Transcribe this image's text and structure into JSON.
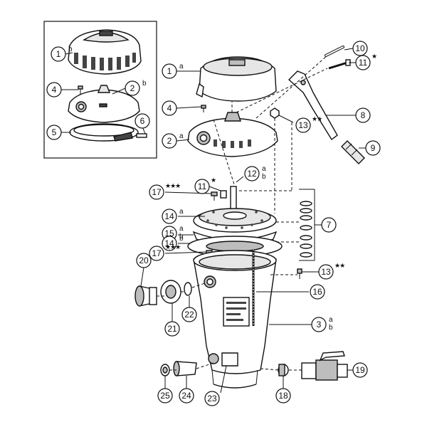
{
  "callouts": [
    {
      "id": "c1b",
      "num": "1",
      "sub": "b"
    },
    {
      "id": "c4i",
      "num": "4",
      "sub": ""
    },
    {
      "id": "c2b",
      "num": "2",
      "sub": "b"
    },
    {
      "id": "c5",
      "num": "5",
      "sub": ""
    },
    {
      "id": "c6",
      "num": "6",
      "sub": ""
    },
    {
      "id": "c1a",
      "num": "1",
      "sub": "a"
    },
    {
      "id": "c4",
      "num": "4",
      "sub": ""
    },
    {
      "id": "c2a",
      "num": "2",
      "sub": "a"
    },
    {
      "id": "c10",
      "num": "10",
      "sub": ""
    },
    {
      "id": "c11top",
      "num": "11",
      "sub": "",
      "stars": "★"
    },
    {
      "id": "c8",
      "num": "8",
      "sub": ""
    },
    {
      "id": "c13top",
      "num": "13",
      "sub": "",
      "stars": "★★"
    },
    {
      "id": "c9",
      "num": "9",
      "sub": ""
    },
    {
      "id": "c11mid",
      "num": "11",
      "sub": "",
      "stars": "★"
    },
    {
      "id": "c12",
      "num": "12",
      "sub": "a\nb"
    },
    {
      "id": "c17top",
      "num": "17",
      "sub": "",
      "stars": "★★★"
    },
    {
      "id": "c14a",
      "num": "14",
      "sub": "a"
    },
    {
      "id": "c15",
      "num": "15",
      "sub": "a\nb"
    },
    {
      "id": "c7",
      "num": "7",
      "sub": ""
    },
    {
      "id": "c14b",
      "num": "14",
      "sub": "b"
    },
    {
      "id": "c17mid",
      "num": "17",
      "sub": "",
      "stars": "★★★"
    },
    {
      "id": "c20",
      "num": "20",
      "sub": ""
    },
    {
      "id": "c13mid",
      "num": "13",
      "sub": "",
      "stars": "★★"
    },
    {
      "id": "c16",
      "num": "16",
      "sub": ""
    },
    {
      "id": "c22",
      "num": "22",
      "sub": ""
    },
    {
      "id": "c3",
      "num": "3",
      "sub": "a\nb"
    },
    {
      "id": "c21",
      "num": "21",
      "sub": ""
    },
    {
      "id": "c19",
      "num": "19",
      "sub": ""
    },
    {
      "id": "c25",
      "num": "25",
      "sub": ""
    },
    {
      "id": "c24",
      "num": "24",
      "sub": ""
    },
    {
      "id": "c23",
      "num": "23",
      "sub": ""
    },
    {
      "id": "c18",
      "num": "18",
      "sub": ""
    }
  ]
}
